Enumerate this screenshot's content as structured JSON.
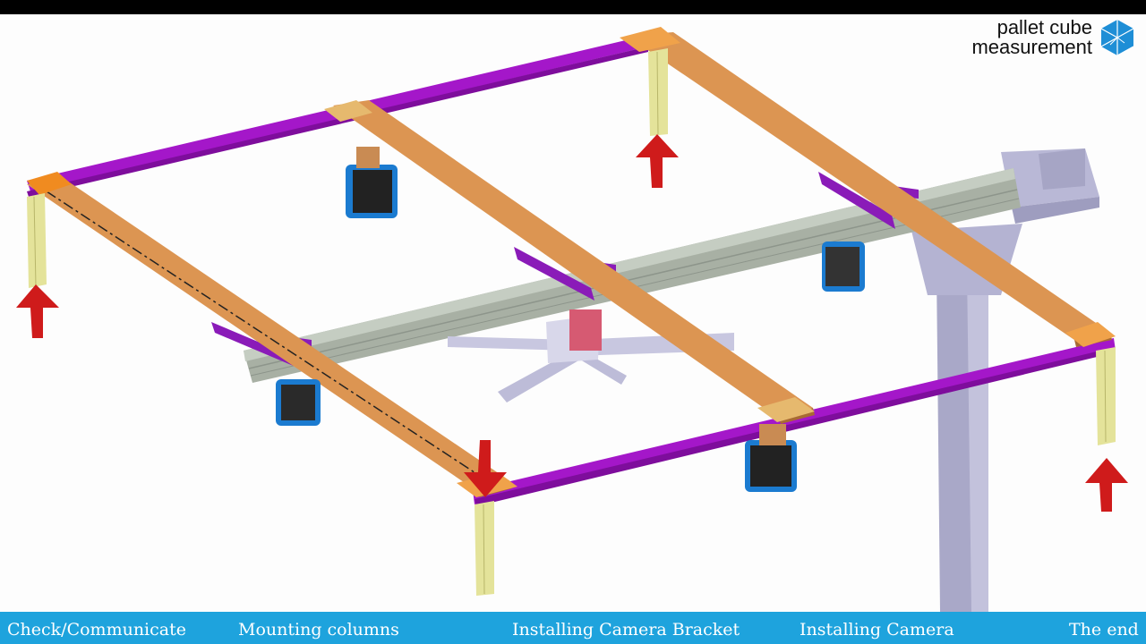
{
  "brand": {
    "line1": "pallet cube",
    "line2": "measurement",
    "logo_icon": "blue-polyhedron-icon"
  },
  "colors": {
    "bottom_bar": "#1ea3dd",
    "beam_orange": "#d9904a",
    "beam_purple": "#a417c9",
    "column_yellow": "#e4e39a",
    "arrow_red": "#cf1b1b",
    "rail_gray": "#b6c0b0",
    "support_lavender": "#a7a6c6",
    "camera_blue": "#1b7bd0"
  },
  "nav": {
    "items": [
      {
        "label": "Check/Communicate"
      },
      {
        "label": "Mounting columns"
      },
      {
        "label": "Installing Camera Bracket"
      },
      {
        "label": "Installing Camera"
      },
      {
        "label": "The end"
      }
    ]
  }
}
